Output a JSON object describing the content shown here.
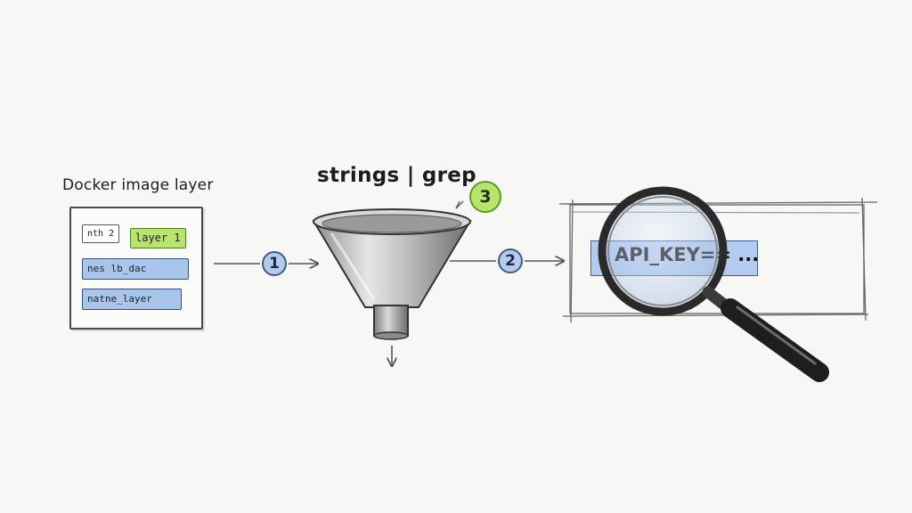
{
  "labels": {
    "layer_title": "Docker image layer",
    "command_title": "strings | grep",
    "match_text": "API_KEY== ..."
  },
  "layer_chips": {
    "nth": "nth 2",
    "layer1": "layer 1",
    "row2": "nes lb_dac",
    "row3": "natne_layer"
  },
  "steps": {
    "one": "1",
    "two": "2",
    "three": "3"
  },
  "icons": [
    "funnel-icon",
    "magnifying-glass-icon",
    "arrow-right-icon",
    "arrow-down-icon"
  ],
  "colors": {
    "highlight_green": "#b7e46c",
    "chip_blue": "#a9c5ec",
    "ink": "#222222"
  }
}
